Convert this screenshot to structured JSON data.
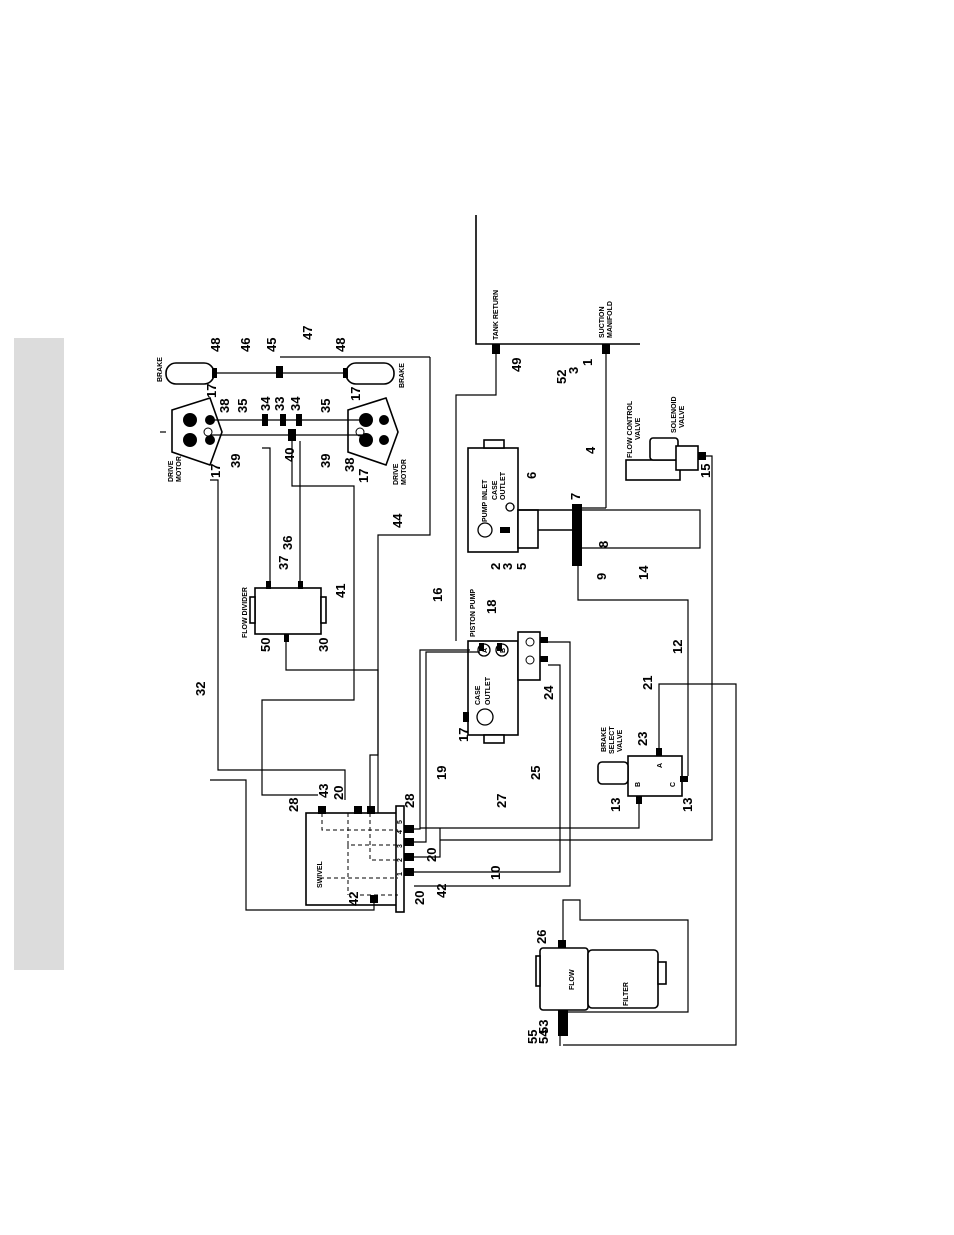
{
  "component_labels": {
    "brake_top": "BRAKE",
    "brake_bottom": "BRAKE",
    "drive_motor_top_1": "DRIVE",
    "drive_motor_top_2": "MOTOR",
    "drive_motor_bottom_1": "DRIVE",
    "drive_motor_bottom_2": "MOTOR",
    "flow_divider": "FLOW DIVIDER",
    "tank_return": "TANK RETURN",
    "suction_manifold_1": "SUCTION",
    "suction_manifold_2": "MANIFOLD",
    "pump_inlet": "PUMP INLET",
    "case_outlet_upper_1": "CASE",
    "case_outlet_upper_2": "OUTLET",
    "piston_pump": "PISTON PUMP",
    "case_outlet_lower_1": "CASE",
    "case_outlet_lower_2": "OUTLET",
    "port_a": "A",
    "port_b": "B",
    "flow_control_valve_1": "FLOW CONTROL",
    "flow_control_valve_2": "VALVE",
    "solenoid_valve_1": "SOLENOID",
    "solenoid_valve_2": "VALVE",
    "brake_select_valve_1": "BRAKE",
    "brake_select_valve_2": "SELECT",
    "brake_select_valve_3": "VALVE",
    "valve_port_a": "A",
    "valve_port_b": "B",
    "valve_port_c": "C",
    "swivel": "SWIVEL",
    "swivel_port_1": "1",
    "swivel_port_2": "2",
    "swivel_port_3": "3",
    "swivel_port_4": "4",
    "swivel_port_5": "5",
    "flow": "FLOW",
    "filter": "FILTER"
  },
  "callouts": {
    "n48a": "48",
    "n46": "46",
    "n45": "45",
    "n47": "47",
    "n48b": "48",
    "n17a": "17",
    "n38a": "38",
    "n35a": "35",
    "n34a": "34",
    "n33": "33",
    "n34b": "34",
    "n35b": "35",
    "n17b": "17",
    "n17c": "17",
    "n39a": "39",
    "n40": "40",
    "n39b": "39",
    "n38b": "38",
    "n17d": "17",
    "n49": "49",
    "n52": "52",
    "n3a": "3",
    "n1": "1",
    "n36": "36",
    "n37": "37",
    "n44": "44",
    "n41": "41",
    "n50": "50",
    "n30": "30",
    "n32": "32",
    "n6": "6",
    "n2": "2",
    "n3b": "3",
    "n5": "5",
    "n7": "7",
    "n8": "8",
    "n9": "9",
    "n4": "4",
    "n15": "15",
    "n14": "14",
    "n16": "16",
    "n18": "18",
    "n17e": "17",
    "n24": "24",
    "n12": "12",
    "n21": "21",
    "n23": "23",
    "n19": "19",
    "n25": "25",
    "n13a": "13",
    "n13b": "13",
    "n27": "27",
    "n10": "10",
    "n28a": "28",
    "n43": "43",
    "n20a": "20",
    "n28b": "28",
    "n20b": "20",
    "n42a": "42",
    "n20c": "20",
    "n42b": "42",
    "n26": "26",
    "n53": "53",
    "n54": "54",
    "n55": "55"
  }
}
